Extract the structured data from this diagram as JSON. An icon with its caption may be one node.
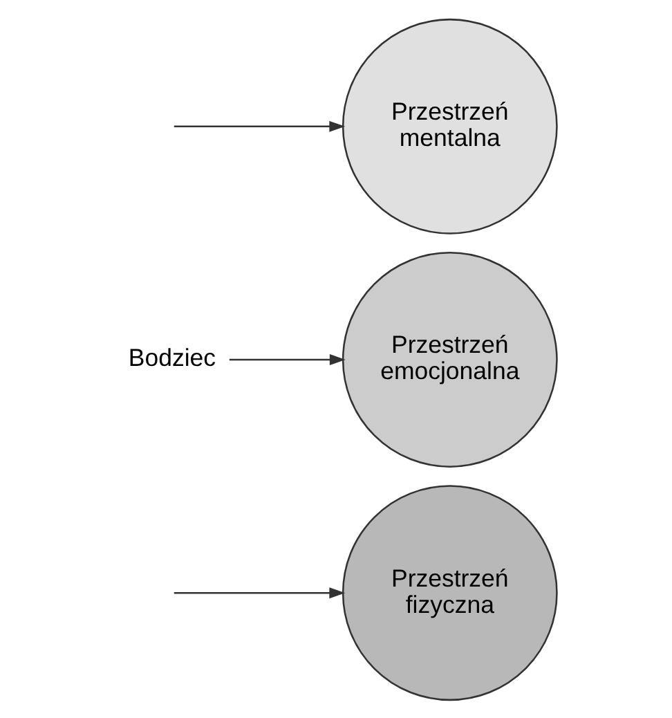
{
  "diagram": {
    "nodes": [
      {
        "text": [
          "Przestrzeń mentalna"
        ]
      },
      {
        "text": [
          "Przestrzeń emocjonalna"
        ]
      },
      {
        "text": [
          "Przestrzeń fizyczna"
        ]
      },
      {
        "text": [
          "Bodziec"
        ]
      }
    ],
    "edges": [
      {
        "from": null,
        "to": 0,
        "arrow": "to"
      },
      {
        "from": 3,
        "to": 1,
        "arrow": "to"
      },
      {
        "from": null,
        "to": 2,
        "arrow": "to"
      }
    ]
  }
}
